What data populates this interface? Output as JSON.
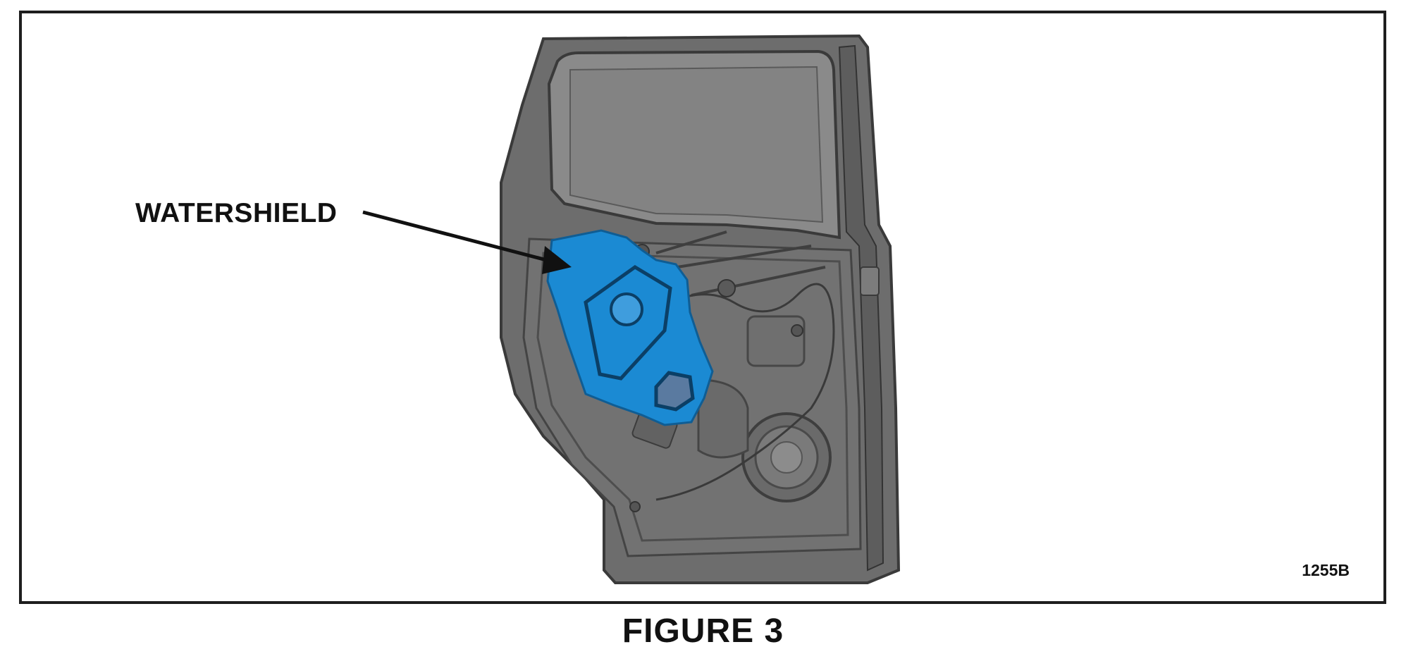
{
  "diagram": {
    "callout": {
      "label": "WATERSHIELD"
    },
    "figure_id": "1255B",
    "caption": "FIGURE 3",
    "colors": {
      "door_body": "#6d6d6d",
      "door_window": "#8a8a8a",
      "door_edge": "#3a3a3a",
      "watershield": "#1b8ad3",
      "arrow": "#111111",
      "frame_border": "#1e1e1e"
    }
  }
}
